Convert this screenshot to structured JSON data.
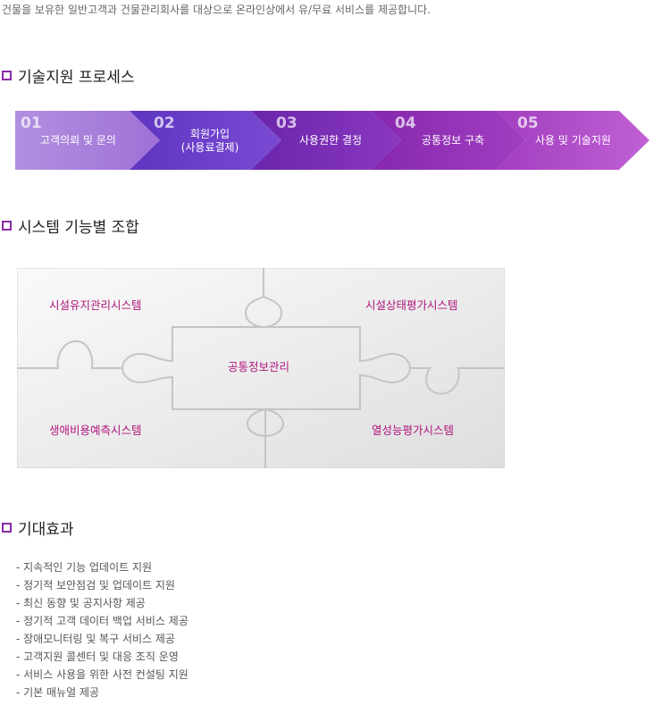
{
  "intro": "건물을 보유한 일반고객과 건물관리회사를 대상으로 온라인상에서 유/무료 서비스를 제공합니다.",
  "sections": {
    "process_title": "기술지원 프로세스",
    "combo_title": "시스템 기능별 조합",
    "effects_title": "기대효과"
  },
  "process_steps": [
    {
      "num": "01",
      "label": "고객의뢰 및 문의"
    },
    {
      "num": "02",
      "label": "회원가입\n(사용료결제)"
    },
    {
      "num": "03",
      "label": "사용권한 결정"
    },
    {
      "num": "04",
      "label": "공통정보 구축"
    },
    {
      "num": "05",
      "label": "사용 및 기술지원"
    }
  ],
  "puzzle": {
    "top_left": "시설유지관리시스템",
    "top_right": "시설상태평가시스템",
    "center": "공통정보관리",
    "bottom_left": "생애비용예측시스템",
    "bottom_right": "열성능평가시스템"
  },
  "effects": [
    "- 지속적인 기능 업데이트 지원",
    "- 정기적 보안점검 및 업데이트 지원",
    "- 최신 동향 및 공지사항 제공",
    "- 정기적 고객 데이터 백업 서비스 제공",
    "- 장애모니터링 및 복구 서비스 제공",
    "- 고객지원 콜센터 및 대응 조직 운영",
    "- 서비스 사용을 위한 사전 컨설팅 지원",
    "- 기본 매뉴얼 제공"
  ],
  "colors": {
    "accent": "#8a2aa8",
    "puzzle_label": "#b0157d",
    "step1": "#a477d6",
    "step2": "#6d3dc8",
    "step3": "#7d2bb8",
    "step4": "#9932b8",
    "step5": "#b04cc8"
  }
}
